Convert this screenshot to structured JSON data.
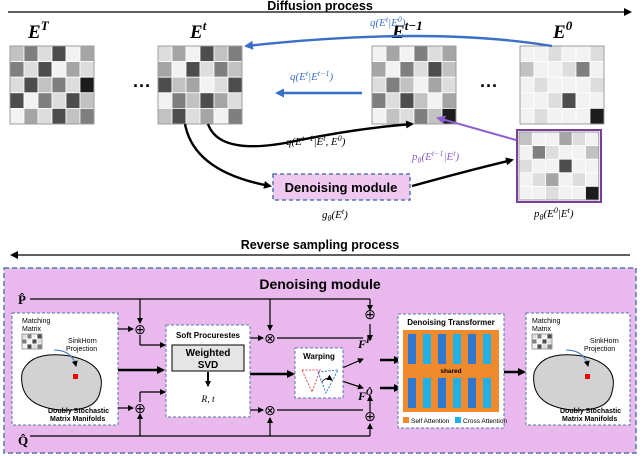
{
  "top": {
    "process_title": "Diffusion process",
    "matrix_labels": [
      "E",
      "E",
      "E",
      "E"
    ],
    "matrix_sups": [
      "T",
      "t",
      "t−1",
      "0"
    ],
    "ellipsis": "···",
    "blue_arrow_top": "q(E^t|E^0)",
    "blue_arrow_mid": "q(E^t|E^{t−1})",
    "black_arrow_label": "q(E^{t−1}|E^t, E^0)",
    "purple_arrow_label": "p_θ(E^{t−1}|E^t)",
    "denoise_box": "Denoising module",
    "g_label": "g_θ(E^t)",
    "p_label": "p_θ(E^0|E^t)"
  },
  "reverse_title": "Reverse sampling process",
  "bottom": {
    "module_title": "Denoising module",
    "p_hat": "P̂",
    "q_hat": "Q̂",
    "left_card": {
      "matching": [
        "Matching",
        "Matrix"
      ],
      "sinkhorn": [
        "SinkHorn",
        "Projection"
      ],
      "manifold": [
        "Doubly Stochastic",
        "Matrix Manifolds"
      ]
    },
    "procrustes_title": "Soft Procurestes",
    "weighted": [
      "Weighted",
      "SVD"
    ],
    "rt": "R, t",
    "warping": "Warping",
    "f_p": "F",
    "f_p_sup": "P̂",
    "f_q": "F",
    "f_q_sup": "Q̂",
    "transformer_title": "Denoising Transformer",
    "shared": "shared",
    "legend_self": "Self Attention",
    "legend_cross": "Cross Attention",
    "right_card": {
      "matching": [
        "Matching",
        "Matrix"
      ],
      "sinkhorn": [
        "SinkHorn",
        "Projection"
      ],
      "manifold": [
        "Doubly Stochastic",
        "Matrix Manifolds"
      ]
    },
    "plus": "⊕",
    "times": "⊗"
  },
  "colors": {
    "blue": "#3a6fc8",
    "purple": "#8b5fcf",
    "pink_fill": "#eec8ee",
    "module_bg": "#e9b8ec",
    "module_border": "#5577aa",
    "orange": "#f08a2c",
    "blue_bar": "#2f78d2",
    "cyan": "#21b0e8"
  },
  "matrices": {
    "E_T": [
      [
        3,
        5,
        2,
        6,
        1,
        4
      ],
      [
        5,
        2,
        6,
        1,
        4,
        2
      ],
      [
        2,
        6,
        3,
        5,
        2,
        7
      ],
      [
        6,
        1,
        5,
        2,
        6,
        3
      ],
      [
        1,
        4,
        2,
        6,
        3,
        5
      ]
    ],
    "E_t": [
      [
        2,
        4,
        1,
        6,
        3,
        5
      ],
      [
        4,
        1,
        6,
        2,
        5,
        3
      ],
      [
        6,
        3,
        4,
        1,
        2,
        6
      ],
      [
        1,
        5,
        3,
        6,
        4,
        2
      ],
      [
        3,
        6,
        2,
        4,
        1,
        5
      ]
    ],
    "E_t1": [
      [
        1,
        4,
        1,
        5,
        2,
        4
      ],
      [
        4,
        1,
        5,
        2,
        6,
        3
      ],
      [
        2,
        5,
        3,
        1,
        4,
        2
      ],
      [
        5,
        2,
        6,
        3,
        1,
        4
      ],
      [
        1,
        3,
        2,
        5,
        3,
        7
      ]
    ],
    "E_0": [
      [
        1,
        1,
        2,
        1,
        1,
        2
      ],
      [
        3,
        1,
        1,
        2,
        5,
        1
      ],
      [
        1,
        2,
        1,
        1,
        1,
        2
      ],
      [
        1,
        1,
        2,
        6,
        1,
        1
      ],
      [
        1,
        2,
        1,
        1,
        1,
        7
      ]
    ],
    "p0": [
      [
        3,
        1,
        1,
        4,
        2,
        1
      ],
      [
        1,
        5,
        2,
        1,
        1,
        3
      ],
      [
        2,
        1,
        1,
        6,
        1,
        1
      ],
      [
        1,
        2,
        4,
        1,
        2,
        1
      ],
      [
        1,
        1,
        2,
        1,
        1,
        7
      ]
    ]
  }
}
